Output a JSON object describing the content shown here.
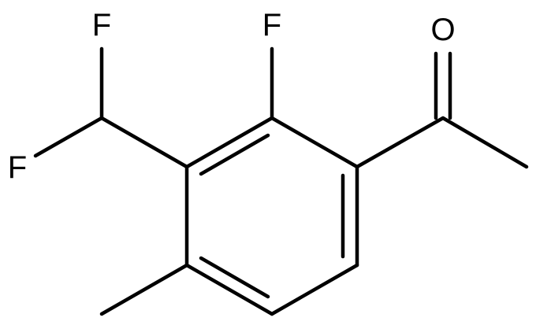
{
  "molecule": {
    "atoms": {
      "f_ring": "F",
      "f_chf2_top": "F",
      "f_chf2_left": "F",
      "o_carbonyl": "O"
    }
  }
}
